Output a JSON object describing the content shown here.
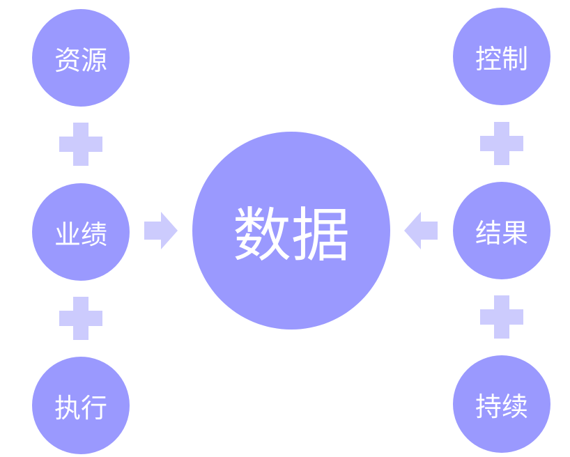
{
  "center": {
    "label": "数据"
  },
  "left": [
    {
      "label": "资源"
    },
    {
      "label": "业绩"
    },
    {
      "label": "执行"
    }
  ],
  "right": [
    {
      "label": "控制"
    },
    {
      "label": "结果"
    },
    {
      "label": "持续"
    }
  ],
  "colors": {
    "circle": "#9a99fe",
    "connector": "#cccbfd",
    "text": "#ffffff"
  }
}
